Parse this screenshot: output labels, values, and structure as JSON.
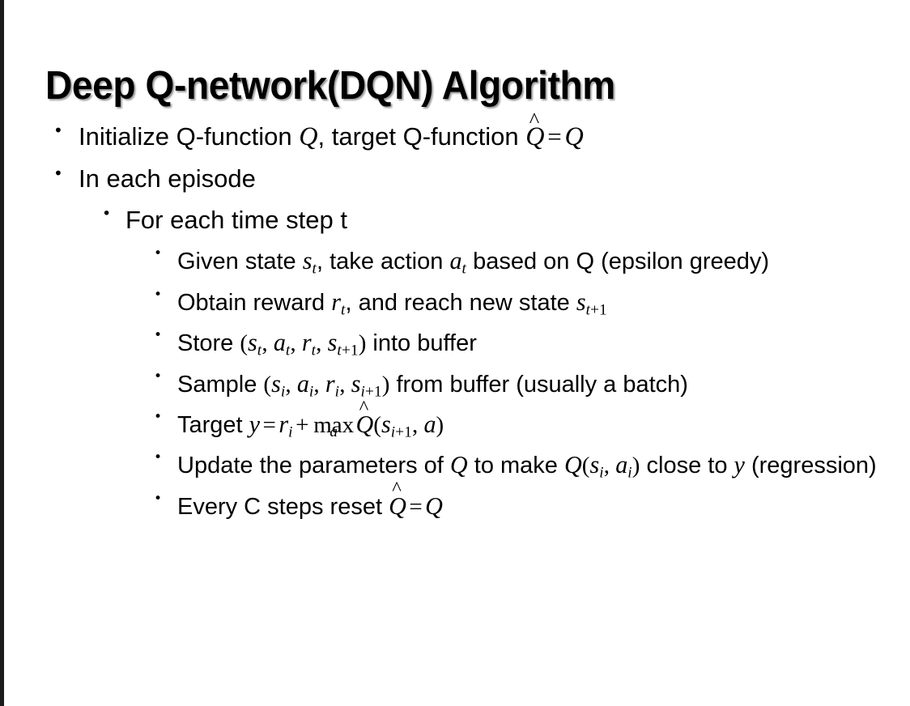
{
  "slide": {
    "title": "Deep Q-network(DQN) Algorithm",
    "background_color": "#ffffff",
    "text_color": "#000000",
    "edge_band_color": "#1b1b1b",
    "bullet_glyph": "•"
  },
  "content": {
    "b1": {
      "level": 1,
      "pre": "Initialize Q-function ",
      "q1": "Q",
      "mid": ", target Q-function ",
      "qhat": "Q",
      "hat": "^",
      "eq": "=",
      "q2": "Q",
      "plain_text": "Initialize Q-function Q, target Q-function Q̂ = Q"
    },
    "b2": {
      "level": 1,
      "text": "In each episode"
    },
    "b3": {
      "level": 2,
      "text": "For each time step t"
    },
    "b4": {
      "level": 3,
      "pre": "Given state ",
      "s": "s",
      "s_sub": "t",
      "mid": ", take action ",
      "a": "a",
      "a_sub": "t",
      "post": " based on Q (epsilon greedy)",
      "plain_text": "Given state s_t, take action a_t based on Q (epsilon greedy)"
    },
    "b5": {
      "level": 3,
      "pre": "Obtain reward ",
      "r": "r",
      "r_sub": "t",
      "mid": ", and reach new state ",
      "s": "s",
      "s_sub_var": "t",
      "s_sub_plus": "+",
      "s_sub_num": "1",
      "plain_text": "Obtain reward r_t, and reach new state s_{t+1}"
    },
    "b6": {
      "level": 3,
      "pre": "Store ",
      "paren_open": "(",
      "s1": "s",
      "s1_sub": "t",
      "c1": ", ",
      "a1": "a",
      "a1_sub": "t",
      "c2": ", ",
      "r1": "r",
      "r1_sub": "t",
      "c3": ", ",
      "s2": "s",
      "s2_sub_var": "t",
      "s2_sub_plus": "+",
      "s2_sub_num": "1",
      "paren_close": ")",
      "post": " into buffer",
      "plain_text": "Store (s_t, a_t, r_t, s_{t+1}) into buffer"
    },
    "b7": {
      "level": 3,
      "pre": "Sample ",
      "paren_open": "(",
      "s1": "s",
      "s1_sub": "i",
      "c1": ", ",
      "a1": "a",
      "a1_sub": "i",
      "c2": ", ",
      "r1": "r",
      "r1_sub": "i",
      "c3": ", ",
      "s2": "s",
      "s2_sub_var": "i",
      "s2_sub_plus": "+",
      "s2_sub_num": "1",
      "paren_close": ")",
      "post": " from buffer (usually a batch)",
      "plain_text": "Sample (s_i, a_i, r_i, s_{i+1}) from buffer (usually a batch)"
    },
    "b8": {
      "level": 3,
      "pre": "Target ",
      "y": "y",
      "eq": "=",
      "r": "r",
      "r_sub": "i",
      "plus": "+",
      "max": "max",
      "max_under": "a",
      "qhat": "Q",
      "hat": "^",
      "paren_open": "(",
      "s": "s",
      "s_sub_var": "i",
      "s_sub_plus": "+",
      "s_sub_num": "1",
      "comma": ", ",
      "a": "a",
      "paren_close": ")",
      "plain_text": "Target y = r_i + max_a Q̂(s_{i+1}, a)"
    },
    "b9": {
      "level": 3,
      "pre": "Update the parameters of ",
      "q1": "Q",
      "mid": " to make ",
      "q2": "Q",
      "paren_open": "(",
      "s": "s",
      "s_sub": "i",
      "comma": ", ",
      "a": "a",
      "a_sub": "i",
      "paren_close": ")",
      "post1": " close to ",
      "y": "y",
      "post2": " (regression)",
      "plain_text": "Update the parameters of Q to make Q(s_i, a_i) close to y (regression)"
    },
    "b10": {
      "level": 3,
      "pre": "Every C steps reset ",
      "qhat": "Q",
      "hat": "^",
      "eq": "=",
      "q": "Q",
      "plain_text": "Every C steps reset Q̂ = Q"
    }
  }
}
